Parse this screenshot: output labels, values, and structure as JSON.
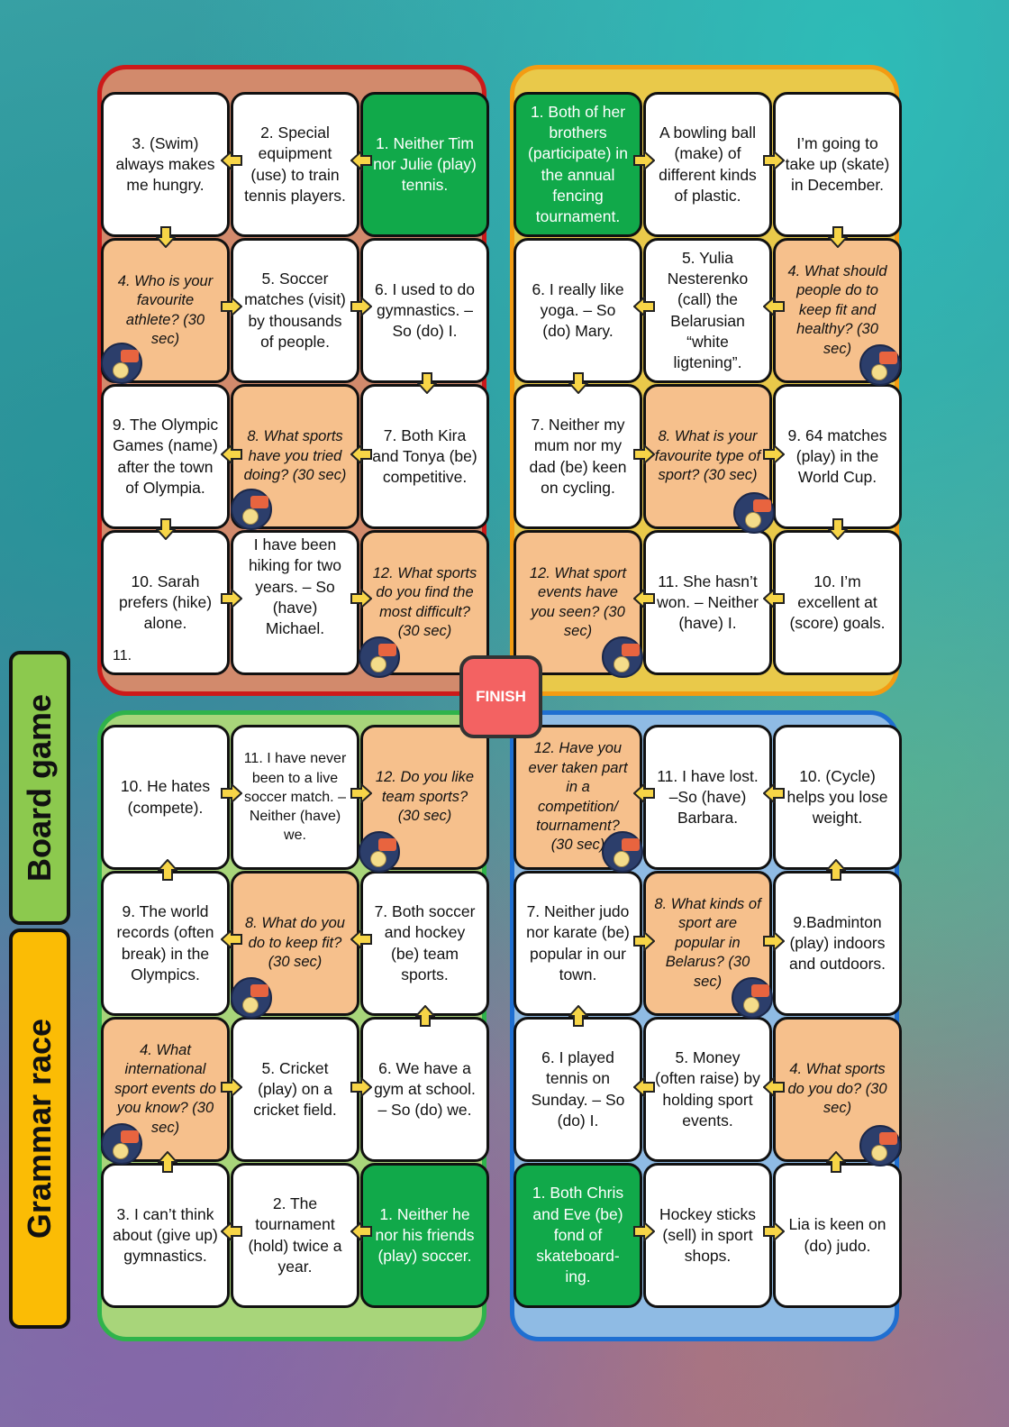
{
  "finish_label": "FINISH",
  "side_labels": {
    "board_game": "Board game",
    "grammar_race": "Grammar race"
  },
  "colors": {
    "red_border": "#cc1a1a",
    "orange_border": "#f39c12",
    "green_border": "#2fb34b",
    "blue_border": "#1f6fd1",
    "question_cell": "#f6c08c",
    "start_cell": "#11a94a",
    "finish": "#f36262",
    "arrow": "#f7d547"
  },
  "icons": {
    "question_badge": "speech-bubble-face-icon",
    "arrow": "arrow-icon"
  },
  "cells": {
    "red_3": "3. (Swim) always makes me hungry.",
    "red_2": "2.   Special equipment (use) to train tennis players.",
    "red_1": "1. Neither Tim nor Julie (play) tennis.",
    "red_4": "4. Who is your favourite athlete? (30 sec)",
    "red_5": "5. Soccer matches (visit) by thousands of people.",
    "red_6": "6. I used to do gymnastics. – So (do) I.",
    "red_9": "9. The Olympic Games (name) after the town of Olympia.",
    "red_8": "8. What sports have you tried doing? (30 sec)",
    "red_7": "7. Both Kira and Tonya (be) competitive.",
    "red_10": "10. Sarah prefers (hike) alone.",
    "red_10_mark": "11.",
    "red_11": "I have been hiking for two years. – So (have) Michael.",
    "red_12": "12. What sports do you find the most difficult? (30 sec)",
    "orange_1": "1. Both of her brothers (participate) in the annual fencing tournament.",
    "orange_2": "A bowling ball  (make) of different kinds of plastic.",
    "orange_3": "I’m going to take up (skate) in December.",
    "orange_6": "6. I really like yoga. – So (do) Mary.",
    "orange_5": "5. Yulia Nesterenko (call) the Belarusian “white ligtening”.",
    "orange_4": "4. What should people do to keep fit and healthy? (30 sec)",
    "orange_7": "7. Neither my mum nor my dad (be) keen on cycling.",
    "orange_8": "8. What is your favourite type of sport? (30 sec)",
    "orange_9": "9. 64 matches (play) in the World Cup.",
    "orange_12": "12. What sport events have you seen? (30 sec)",
    "orange_11": "11. She hasn’t won. – Neither (have) I.",
    "orange_10": "10. I’m excellent at (score) goals.",
    "green_10": "10. He hates (compete).",
    "green_11": "11. I have never been to a live soccer match. – Neither (have) we.",
    "green_12": "12. Do you like team sports? (30 sec)",
    "green_9": "9. The world records (often break) in the Olympics.",
    "green_8": "8. What do you do to keep fit? (30 sec)",
    "green_7": "7. Both soccer and hockey (be) team sports.",
    "green_4": "4. What international sport events do you know? (30 sec)",
    "green_5": "5. Cricket (play)  on  a cricket field.",
    "green_6": "6. We have a gym at school. – So (do) we.",
    "green_3": "3. I can’t think about (give up) gymnastics.",
    "green_2": "2. The tournament (hold) twice a year.",
    "green_1": "1. Neither he nor his friends (play) soccer.",
    "blue_12": "12. Have you ever taken part in a competition/ tournament? (30 sec)",
    "blue_11": "11. I have lost. –So (have) Barbara.",
    "blue_10": "10.  (Cycle) helps    you lose weight.",
    "blue_7": "7. Neither judo nor karate (be) popular  in our town.",
    "blue_8": "8. What kinds of sport are popular in Belarus? (30 sec)",
    "blue_9": "9.Badminton (play) indoors and outdoors.",
    "blue_6": "6. I played tennis  on Sunday. – So (do) I.",
    "blue_5": "5. Money (often raise) by holding sport events.",
    "blue_4": "4. What sports do you do? (30 sec)",
    "blue_1": "1. Both Chris and Eve (be) fond of skateboard-ing.",
    "blue_2": "Hockey sticks (sell) in sport shops.",
    "blue_3": "Lia is keen on (do) judo."
  }
}
